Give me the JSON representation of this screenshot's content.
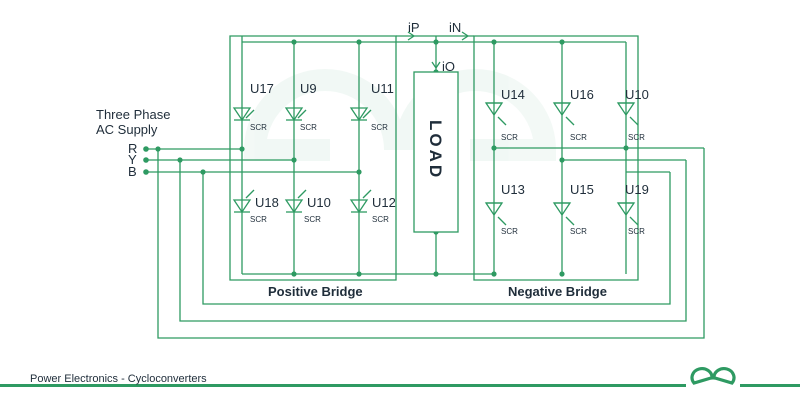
{
  "supply": {
    "title_line1": "Three Phase",
    "title_line2": "AC Supply",
    "phase_r": "R",
    "phase_y": "Y",
    "phase_b": "B"
  },
  "currents": {
    "positive": "iP",
    "negative": "iN",
    "output": "iO"
  },
  "load": {
    "label": "LOAD"
  },
  "positive_bridge": {
    "label": "Positive Bridge",
    "thyristors": [
      {
        "id": "U17",
        "type": "SCR"
      },
      {
        "id": "U9",
        "type": "SCR"
      },
      {
        "id": "U11",
        "type": "SCR"
      },
      {
        "id": "U18",
        "type": "SCR"
      },
      {
        "id": "U10",
        "type": "SCR"
      },
      {
        "id": "U12",
        "type": "SCR"
      }
    ]
  },
  "negative_bridge": {
    "label": "Negative Bridge",
    "thyristors": [
      {
        "id": "U14",
        "type": "SCR"
      },
      {
        "id": "U16",
        "type": "SCR"
      },
      {
        "id": "U10",
        "type": "SCR"
      },
      {
        "id": "U13",
        "type": "SCR"
      },
      {
        "id": "U15",
        "type": "SCR"
      },
      {
        "id": "U19",
        "type": "SCR"
      }
    ]
  },
  "footer": {
    "caption": "Power Electronics - Cycloconverters",
    "logo_icon": "gfg-logo-icon"
  },
  "colors": {
    "wire": "#2e9a62",
    "text": "#1f2d3a"
  }
}
